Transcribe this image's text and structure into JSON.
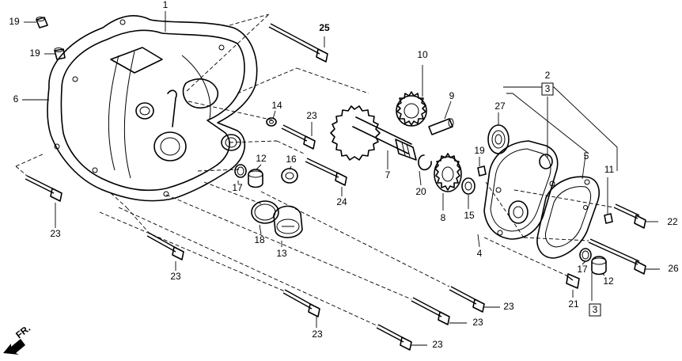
{
  "callouts": {
    "c1": "1",
    "c2": "2",
    "c3a": "3",
    "c3b": "3",
    "c4": "4",
    "c5": "5",
    "c6": "6",
    "c7": "7",
    "c8": "8",
    "c9": "9",
    "c10": "10",
    "c11": "11",
    "c12a": "12",
    "c12b": "12",
    "c13": "13",
    "c14": "14",
    "c15": "15",
    "c16": "16",
    "c17a": "17",
    "c17b": "17",
    "c18": "18",
    "c19a": "19",
    "c19b": "19",
    "c19c": "19",
    "c20": "20",
    "c21": "21",
    "c22": "22",
    "c23a": "23",
    "c23b": "23",
    "c23c": "23",
    "c23d": "23",
    "c23e": "23",
    "c23f": "23",
    "c23g": "23",
    "c24": "24",
    "c25": "25",
    "c26": "26",
    "c27": "27"
  },
  "direction_label": "FR.",
  "icons": {
    "front_arrow": "front-arrow-icon"
  }
}
